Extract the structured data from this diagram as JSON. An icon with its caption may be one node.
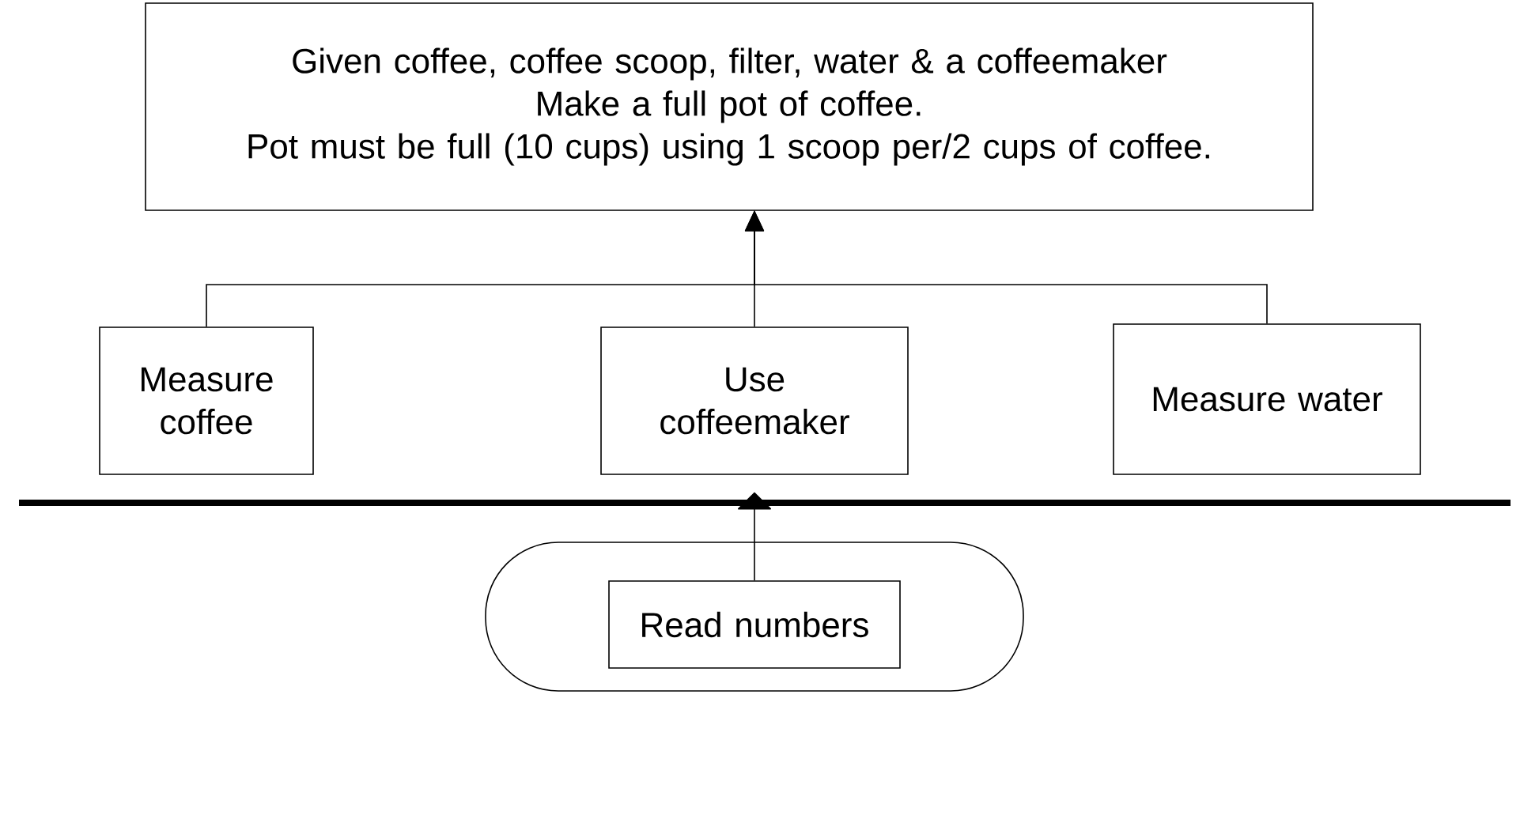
{
  "diagram": {
    "nodes": [
      {
        "text": [
          "Given coffee, coffee scoop, filter, water & a coffeemaker",
          "Make a full pot of coffee.",
          "Pot must be full (10 cups) using 1 scoop per/2 cups of coffee."
        ]
      },
      {
        "text": [
          "Measure coffee"
        ]
      },
      {
        "text": [
          "Use coffeemaker"
        ]
      },
      {
        "text": [
          "Measure water"
        ]
      },
      {
        "text": [],
        "shape": "stadium"
      },
      {
        "text": [
          "Read numbers"
        ],
        "in": 4
      }
    ],
    "edges": [
      {
        "from": 1,
        "to": 0,
        "arrow": "to"
      },
      {
        "from": 2,
        "to": 0,
        "arrow": "to"
      },
      {
        "from": 3,
        "to": 0,
        "arrow": "to"
      },
      {
        "from": 5,
        "to": 2,
        "arrow": "to"
      }
    ]
  }
}
